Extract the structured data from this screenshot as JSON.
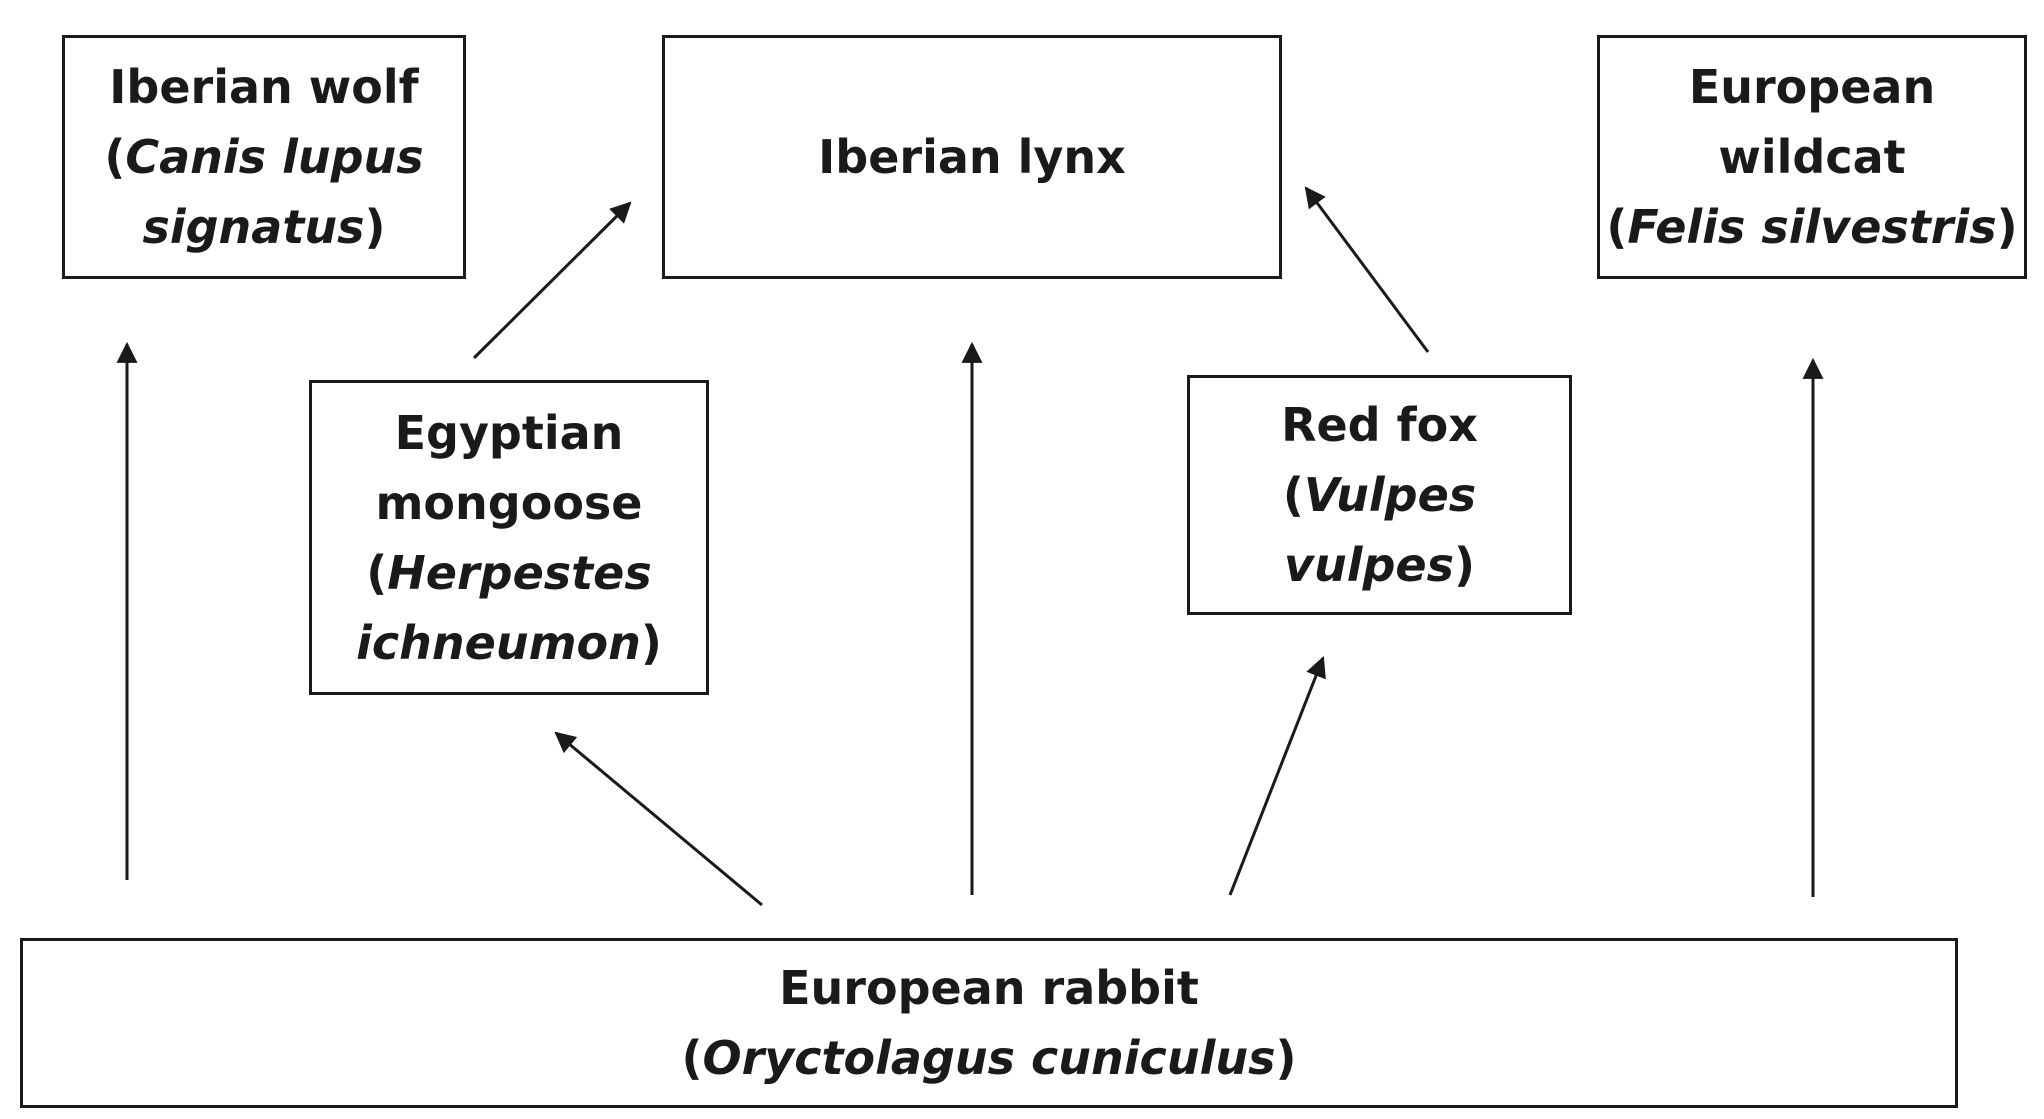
{
  "nodes": {
    "wolf": {
      "line1": "Iberian wolf",
      "line2_open": "(",
      "line2_italic": "Canis lupus",
      "line3_italic": "signatus",
      "line3_close": ")"
    },
    "lynx": {
      "line1": "Iberian lynx"
    },
    "wildcat": {
      "line1": "European",
      "line2": "wildcat",
      "line3_open": "(",
      "line3_italic": "Felis silvestris",
      "line3_close": ")"
    },
    "mongoose": {
      "line1": "Egyptian",
      "line2": "mongoose",
      "line3_open": "(",
      "line3_italic": "Herpestes",
      "line4_italic": "ichneumon",
      "line4_close": ")"
    },
    "fox": {
      "line1": "Red fox",
      "line2_open": "(",
      "line2_italic": "Vulpes",
      "line3_italic": "vulpes",
      "line3_close": ")"
    },
    "rabbit": {
      "line1": "European rabbit",
      "line2_open": "(",
      "line2_italic": "Oryctolagus cuniculus",
      "line2_close": ")"
    }
  },
  "edges": [
    {
      "from": "rabbit",
      "to": "wolf"
    },
    {
      "from": "rabbit",
      "to": "mongoose"
    },
    {
      "from": "rabbit",
      "to": "lynx"
    },
    {
      "from": "rabbit",
      "to": "fox"
    },
    {
      "from": "rabbit",
      "to": "wildcat"
    },
    {
      "from": "mongoose",
      "to": "lynx"
    },
    {
      "from": "fox",
      "to": "lynx"
    }
  ],
  "colors": {
    "stroke": "#1a1a1a",
    "background": "#ffffff"
  }
}
